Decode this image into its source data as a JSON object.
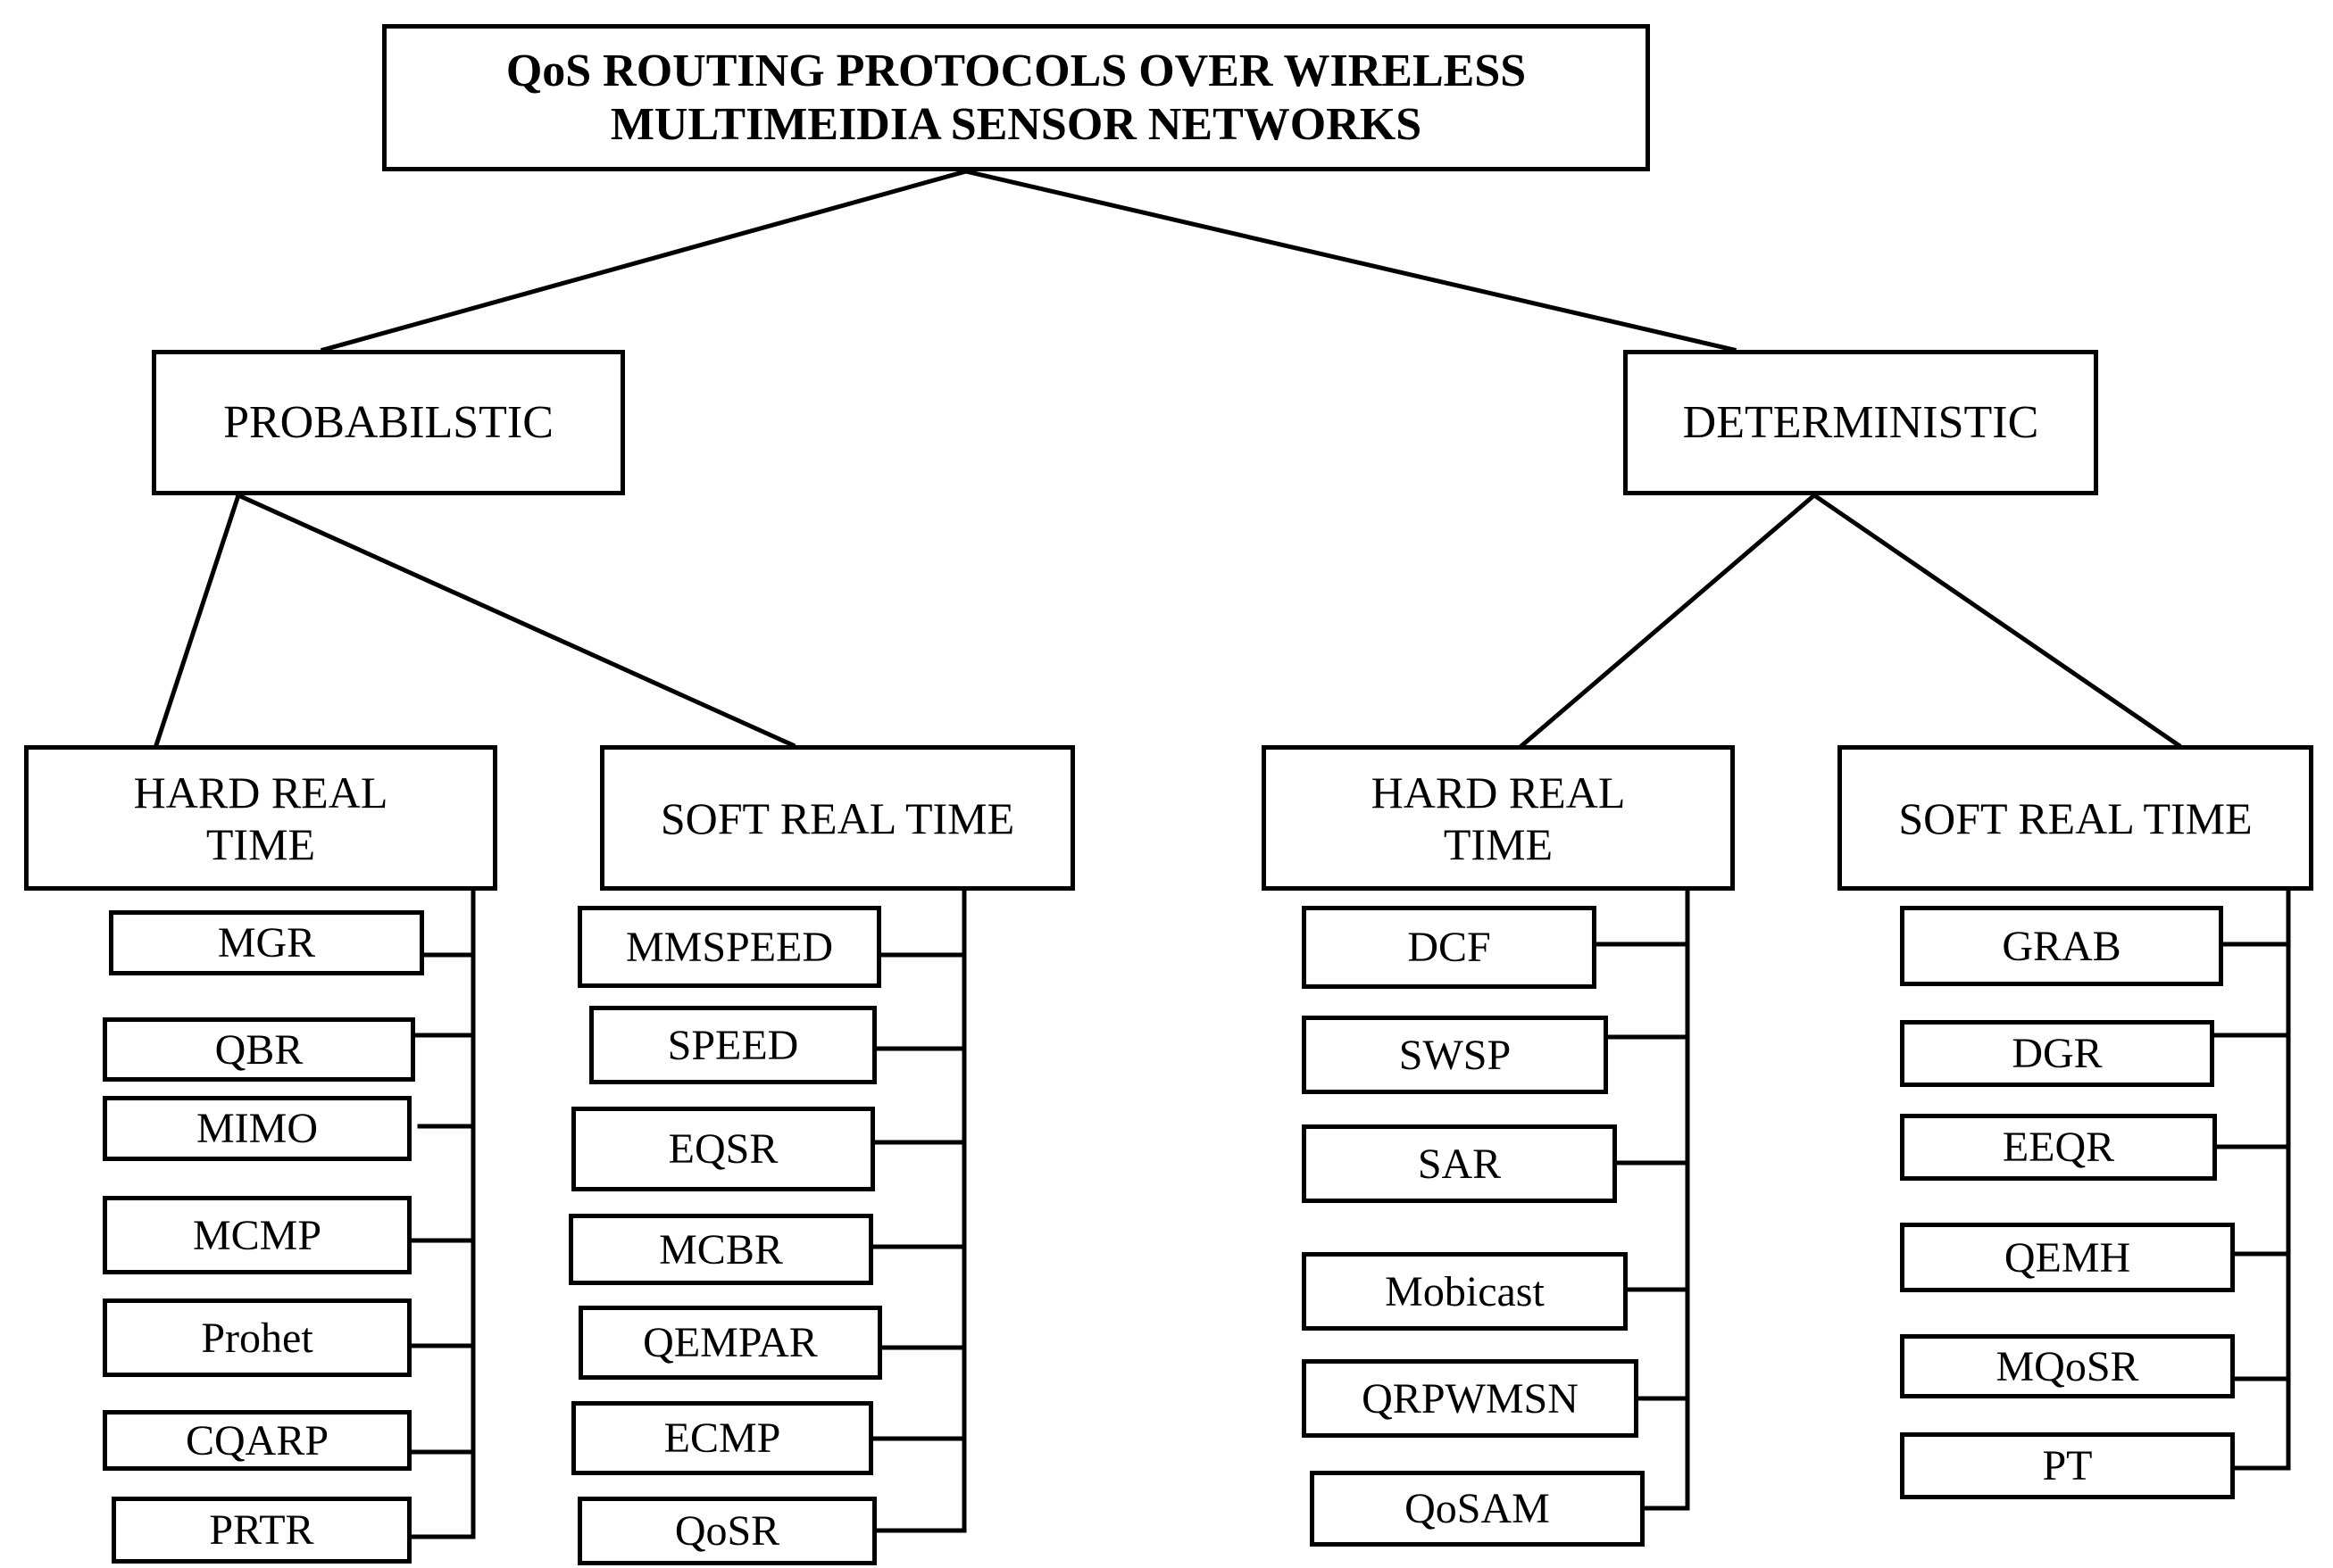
{
  "diagram": {
    "title": "QoS ROUTING PROTOCOLS OVER WIRELESS\nMULTIMEIDIA  SENSOR NETWORKS",
    "probabilistic": {
      "label": "PROBABILSTIC",
      "hard": {
        "label": "HARD REAL\nTIME",
        "protocols": [
          "MGR",
          "QBR",
          "MIMO",
          "MCMP",
          "Prohet",
          "CQARP",
          "PRTR"
        ]
      },
      "soft": {
        "label": "SOFT REAL TIME",
        "protocols": [
          "MMSPEED",
          "SPEED",
          "EQSR",
          "MCBR",
          "QEMPAR",
          "ECMP",
          "QoSR"
        ]
      }
    },
    "deterministic": {
      "label": "DETERMINISTIC",
      "hard": {
        "label": "HARD REAL\nTIME",
        "protocols": [
          "DCF",
          "SWSP",
          "SAR",
          "Mobicast",
          "QRPWMSN",
          "QoSAM"
        ]
      },
      "soft": {
        "label": "SOFT REAL TIME",
        "protocols": [
          "GRAB",
          "DGR",
          "EEQR",
          "QEMH",
          "MQoSR",
          "PT"
        ]
      }
    }
  }
}
